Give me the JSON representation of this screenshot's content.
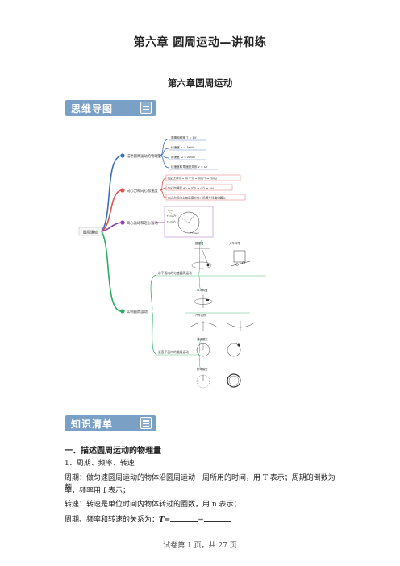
{
  "doc": {
    "title": "第六章  圆周运动—讲和练",
    "subtitle": "第六章圆周运动"
  },
  "banners": {
    "mindmap": "思维导图",
    "knowledge": "知识清单"
  },
  "mindmap": {
    "root": "圆周运动",
    "branches": [
      {
        "label": "描述圆周运动的物理量",
        "color": "#3b6fb6",
        "children": [
          "周期和频率 T = 1/f",
          "线速度 v = Δs/Δt",
          "角速度 ω = Δθ/Δt",
          "线速度和角速度关系 v = ωr"
        ]
      },
      {
        "label": "向心力和向心加速度",
        "color": "#d9534f",
        "children": [
          "向心力 Fn = m v²/r = mω²r = mvω",
          "向心加速度 an = v²/r = ω²r = vω",
          "向心力和向心加速度方向：沿着半径指向圆心"
        ]
      },
      {
        "label": "离心运动和近心运动",
        "color": "#8e44ad",
        "children": [
          "F=0",
          "F<mω²r",
          "F>mω²r",
          "F=mω²r"
        ]
      },
      {
        "label": "实例圆周运动",
        "color": "#27ae60",
        "children": [
          "水平面内的匀速圆周运动",
          "竖直平面内的圆周运动"
        ],
        "examples": [
          "圆锥摆",
          "火车转弯",
          "水平转盘",
          "汽车过桥",
          "绳球模型",
          "杆球模型"
        ]
      }
    ]
  },
  "content": {
    "section1": "一．描述圆周运动的物理量",
    "item1": "1．周期、频率、转速",
    "p1_line1": "周期：做匀速圆周运动的物体沿圆周运动一周所用的时间，用 T 表示；周期的倒数为频",
    "p1_line2": "率，频率用 f 表示；",
    "p2": "转速：转速是单位时间内物体转过的圈数，用 n 表示；",
    "p3_prefix": "周期、频率和转速的关系为：",
    "p3_formula": "T=",
    "p3_eq": "="
  },
  "footer": "试卷第 1 页，共 27 页"
}
